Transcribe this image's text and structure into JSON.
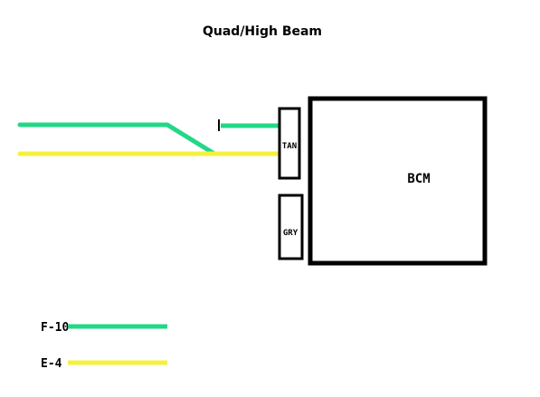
{
  "title": "Quad/High Beam",
  "module": {
    "label": "BCM"
  },
  "connectors": [
    {
      "label": "TAN"
    },
    {
      "label": "GRY"
    }
  ],
  "legend": [
    {
      "label": "F-10",
      "color": "#22d886"
    },
    {
      "label": "E-4",
      "color": "#f5f03c"
    }
  ],
  "colors": {
    "green_wire": "#22d886",
    "yellow_wire": "#f5f03c",
    "outline": "#000000"
  }
}
